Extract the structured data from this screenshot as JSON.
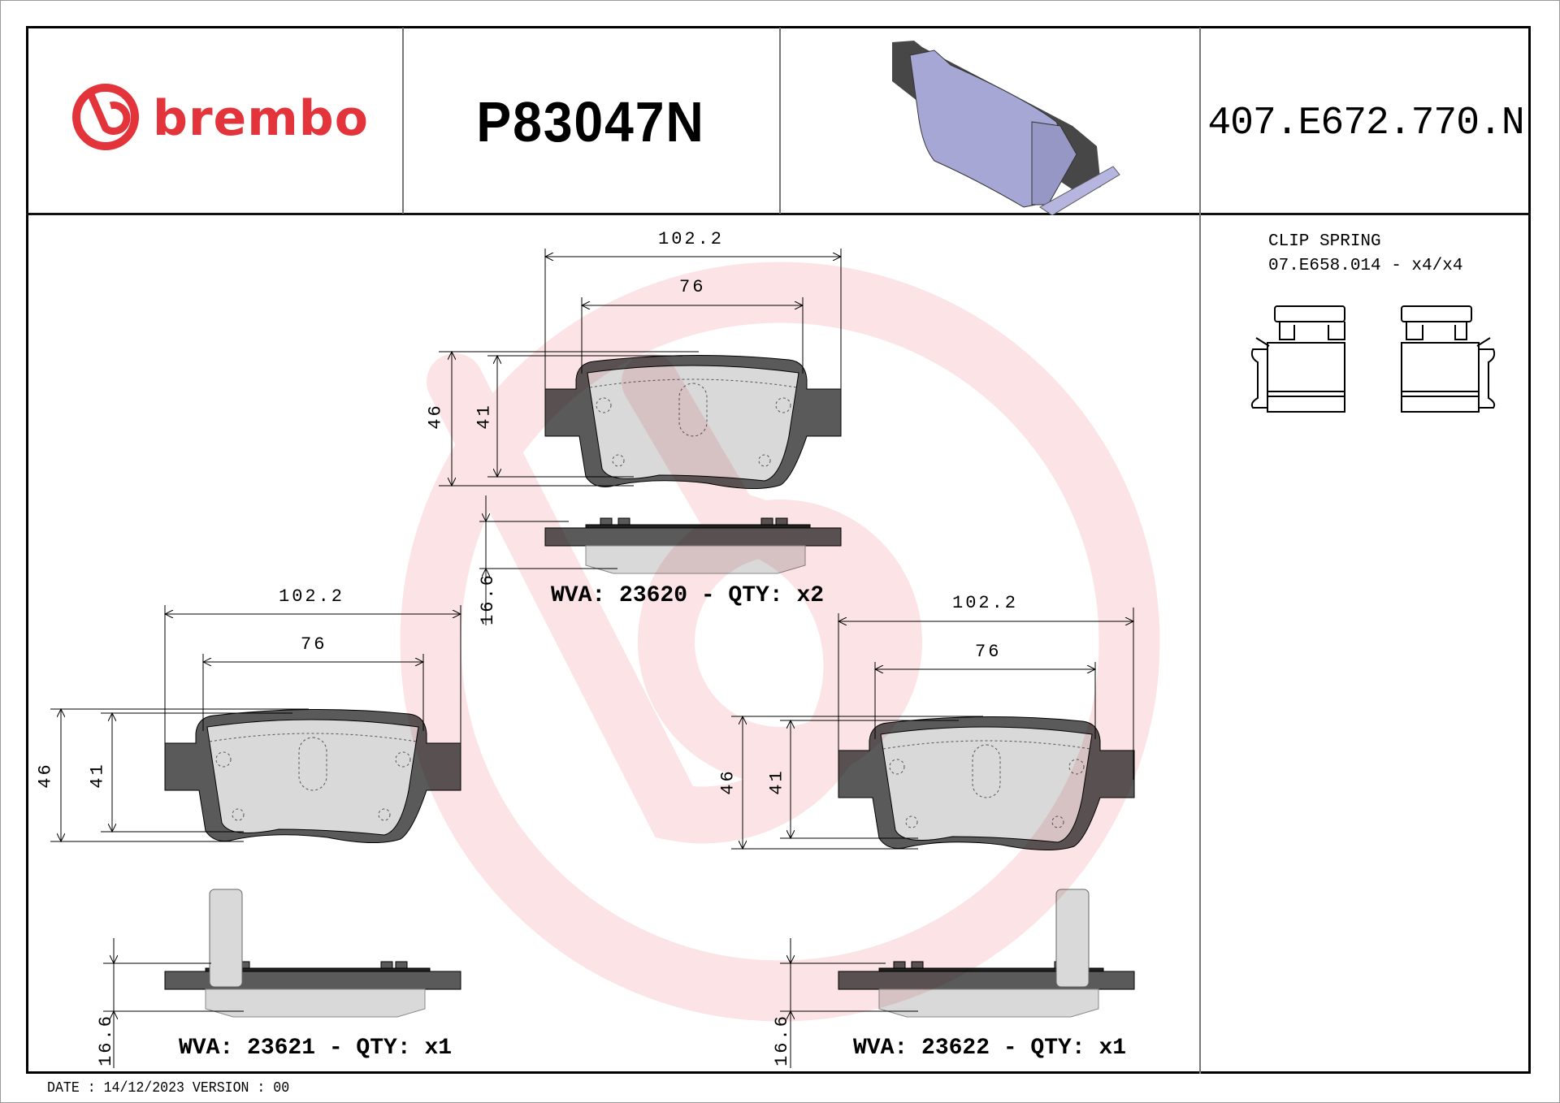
{
  "header": {
    "brand": "brembo",
    "part_number": "P83047N",
    "reference_code": "407.E672.770.N"
  },
  "accessories": {
    "title": "CLIP SPRING",
    "code_line": "07.E658.014 - x4/x4"
  },
  "footer": {
    "date_version": "DATE : 14/12/2023 VERSION : 00"
  },
  "pads": [
    {
      "id": "top",
      "width_overall": "102.2",
      "width_inner": "76",
      "height_overall": "46",
      "height_inner": "41",
      "thickness": "16.6",
      "wva_label": "WVA: 23620 - QTY: x2"
    },
    {
      "id": "left",
      "width_overall": "102.2",
      "width_inner": "76",
      "height_overall": "46",
      "height_inner": "41",
      "thickness": "16.6",
      "wva_label": "WVA: 23621 - QTY: x1"
    },
    {
      "id": "right",
      "width_overall": "102.2",
      "width_inner": "76",
      "height_overall": "46",
      "height_inner": "41",
      "thickness": "16.6",
      "wva_label": "WVA: 23622 - QTY: x1"
    }
  ],
  "colors": {
    "brand_red": "#e2343a",
    "watermark_pink": "#fce4e6",
    "backing_plate": "#5a5a5a",
    "friction_material": "#d9d9d9",
    "render_pad_face": "#a7a7d6"
  }
}
